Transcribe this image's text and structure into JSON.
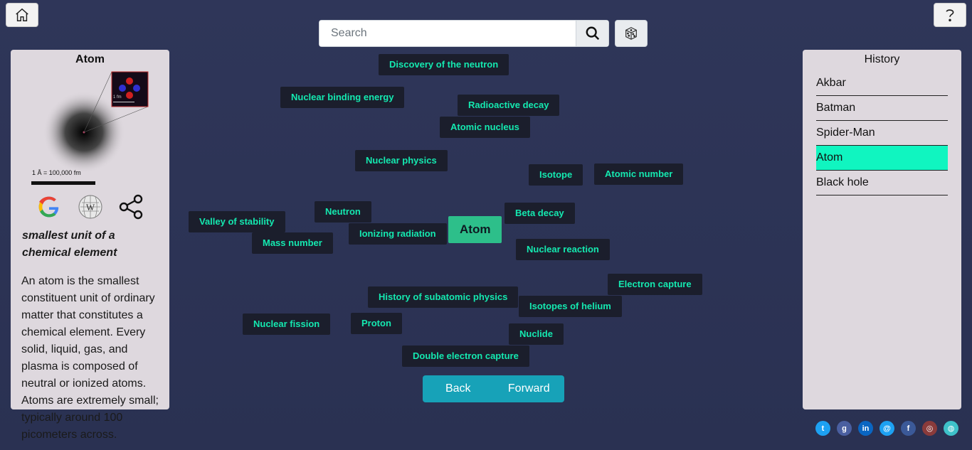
{
  "search": {
    "placeholder": "Search"
  },
  "article": {
    "title": "Atom",
    "image_caption": "1 Å = 100,000 fm",
    "inset_caption": "1 fm",
    "tagline": "smallest unit of a chemical element",
    "summary": "An atom is the smallest constituent unit of ordinary matter that constitutes a chemical element. Every solid, liquid, gas, and plasma is composed of neutral or ionized atoms. Atoms are extremely small; typically around 100 picometers across."
  },
  "history": {
    "title": "History",
    "items": [
      {
        "label": "Akbar"
      },
      {
        "label": "Batman"
      },
      {
        "label": "Spider-Man"
      },
      {
        "label": "Atom"
      },
      {
        "label": "Black hole"
      }
    ]
  },
  "graph": {
    "center": "Atom",
    "nodes": [
      {
        "label": "Discovery of the neutron"
      },
      {
        "label": "Nuclear binding energy"
      },
      {
        "label": "Radioactive decay"
      },
      {
        "label": "Atomic nucleus"
      },
      {
        "label": "Nuclear physics"
      },
      {
        "label": "Isotope"
      },
      {
        "label": "Atomic number"
      },
      {
        "label": "Neutron"
      },
      {
        "label": "Beta decay"
      },
      {
        "label": "Valley of stability"
      },
      {
        "label": "Ionizing radiation"
      },
      {
        "label": "Mass number"
      },
      {
        "label": "Nuclear reaction"
      },
      {
        "label": "Electron capture"
      },
      {
        "label": "History of subatomic physics"
      },
      {
        "label": "Isotopes of helium"
      },
      {
        "label": "Nuclear fission"
      },
      {
        "label": "Proton"
      },
      {
        "label": "Nuclide"
      },
      {
        "label": "Double electron capture"
      }
    ]
  },
  "nav": {
    "back": "Back",
    "forward": "Forward"
  },
  "icons": {
    "home": "home-icon",
    "help": "question-icon",
    "search": "search-icon",
    "random": "dice-icon",
    "google": "google-icon",
    "wikipedia": "wikipedia-icon",
    "share": "share-icon"
  },
  "socials": [
    {
      "name": "twitter",
      "color": "#1da1f2",
      "glyph": "t"
    },
    {
      "name": "github",
      "color": "#4a5fa0",
      "glyph": "g"
    },
    {
      "name": "linkedin",
      "color": "#0a66c2",
      "glyph": "in"
    },
    {
      "name": "email",
      "color": "#1da1f2",
      "glyph": "@"
    },
    {
      "name": "facebook",
      "color": "#3b5998",
      "glyph": "f"
    },
    {
      "name": "instagram",
      "color": "#8a3b3b",
      "glyph": "◎"
    },
    {
      "name": "website",
      "color": "#3ec1c9",
      "glyph": "◍"
    }
  ]
}
